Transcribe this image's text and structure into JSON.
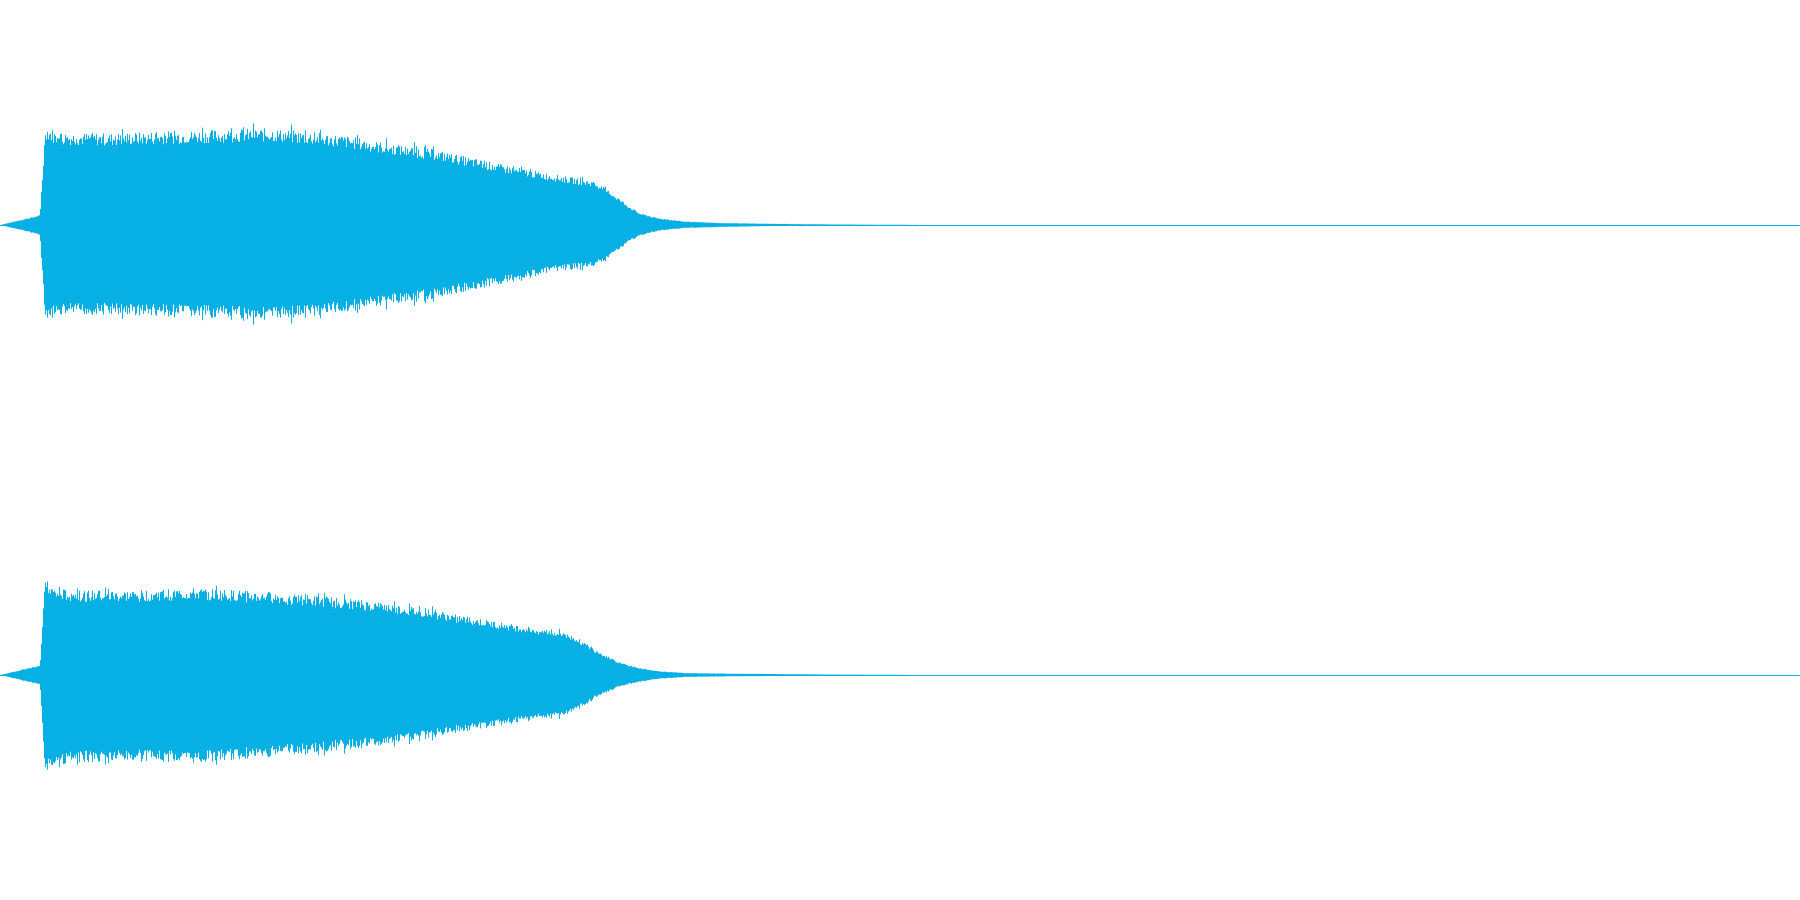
{
  "colors": {
    "waveform": "#06afe4",
    "background": "#ffffff"
  },
  "chart_data": [
    {
      "type": "area",
      "channel": 1,
      "ylim": [
        -1,
        1
      ],
      "envelope": {
        "x": [
          0.0,
          0.022,
          0.025,
          0.029,
          0.031,
          0.06,
          0.11,
          0.15,
          0.19,
          0.215,
          0.24,
          0.28,
          0.31,
          0.33,
          0.34,
          0.35,
          0.355,
          0.365,
          0.38,
          0.4,
          0.43,
          0.46,
          0.49,
          0.52,
          1.0
        ],
        "upper": [
          0.0,
          0.1,
          1.0,
          0.96,
          0.93,
          0.92,
          0.95,
          0.97,
          0.9,
          0.82,
          0.76,
          0.6,
          0.5,
          0.44,
          0.32,
          0.18,
          0.12,
          0.07,
          0.035,
          0.02,
          0.012,
          0.006,
          0.003,
          0.0,
          0.0
        ],
        "lower": [
          0.0,
          0.1,
          1.0,
          0.94,
          0.91,
          0.9,
          0.93,
          0.95,
          0.88,
          0.8,
          0.74,
          0.58,
          0.46,
          0.42,
          0.3,
          0.16,
          0.11,
          0.06,
          0.03,
          0.02,
          0.01,
          0.005,
          0.003,
          0.0,
          0.0
        ]
      }
    },
    {
      "type": "area",
      "channel": 2,
      "ylim": [
        -1,
        1
      ],
      "envelope": {
        "x": [
          0.0,
          0.022,
          0.025,
          0.029,
          0.031,
          0.06,
          0.11,
          0.15,
          0.19,
          0.215,
          0.24,
          0.28,
          0.31,
          0.32,
          0.33,
          0.345,
          0.355,
          0.365,
          0.38,
          0.4,
          0.43,
          0.46,
          0.49,
          0.51,
          1.0
        ],
        "upper": [
          0.0,
          0.1,
          1.0,
          0.88,
          0.86,
          0.84,
          0.87,
          0.83,
          0.77,
          0.72,
          0.65,
          0.52,
          0.44,
          0.38,
          0.26,
          0.12,
          0.07,
          0.04,
          0.02,
          0.015,
          0.01,
          0.005,
          0.003,
          0.0,
          0.0
        ],
        "lower": [
          0.0,
          0.1,
          1.0,
          0.93,
          0.9,
          0.86,
          0.88,
          0.82,
          0.75,
          0.7,
          0.62,
          0.5,
          0.42,
          0.36,
          0.24,
          0.11,
          0.07,
          0.04,
          0.02,
          0.015,
          0.01,
          0.005,
          0.003,
          0.0,
          0.0
        ]
      }
    }
  ]
}
